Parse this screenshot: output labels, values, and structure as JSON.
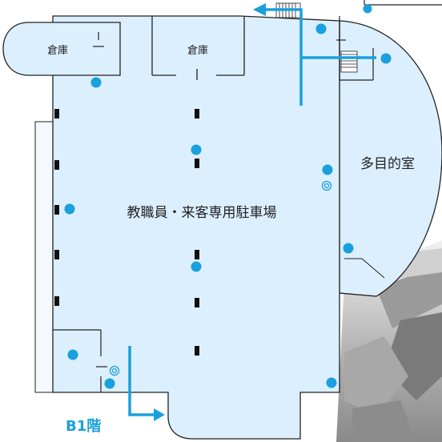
{
  "labels": {
    "storage_left": "倉庫",
    "storage_center": "倉庫",
    "multipurpose_room": "多目的室",
    "parking": "教職員・来客専用駐車場",
    "floor": "B1階"
  },
  "colors": {
    "floor_fill": "#dcefff",
    "wall": "#222222",
    "marker": "#1aa0dc",
    "route_arrow": "#1aa0dc"
  },
  "icons": {
    "marker": "blue-dot-icon",
    "special_marker": "double-circle-icon",
    "stairs": "stairs-icon",
    "pillar": "pillar-icon"
  }
}
